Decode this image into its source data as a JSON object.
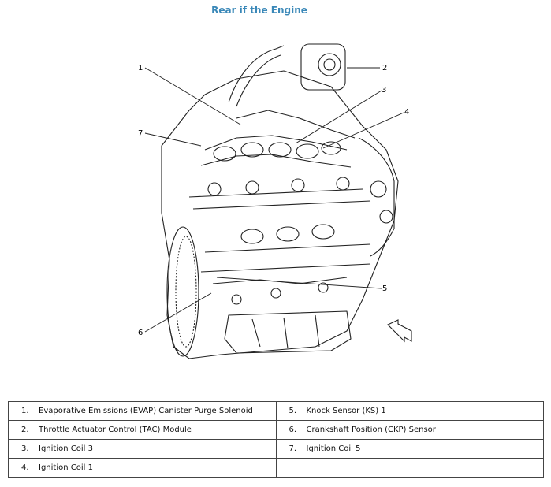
{
  "title": "Rear if the Engine",
  "callouts": [
    "1",
    "2",
    "3",
    "4",
    "5",
    "6",
    "7"
  ],
  "legend": [
    [
      {
        "num": "1.",
        "text": "Evaporative Emissions (EVAP) Canister Purge Solenoid"
      },
      {
        "num": "5.",
        "text": "Knock Sensor (KS) 1"
      }
    ],
    [
      {
        "num": "2.",
        "text": "Throttle Actuator Control (TAC) Module"
      },
      {
        "num": "6.",
        "text": "Crankshaft Position (CKP) Sensor"
      }
    ],
    [
      {
        "num": "3.",
        "text": "Ignition Coil 3"
      },
      {
        "num": "7.",
        "text": "Ignition Coil 5"
      }
    ],
    [
      {
        "num": "4.",
        "text": "Ignition Coil 1"
      },
      {
        "num": "",
        "text": ""
      }
    ]
  ]
}
